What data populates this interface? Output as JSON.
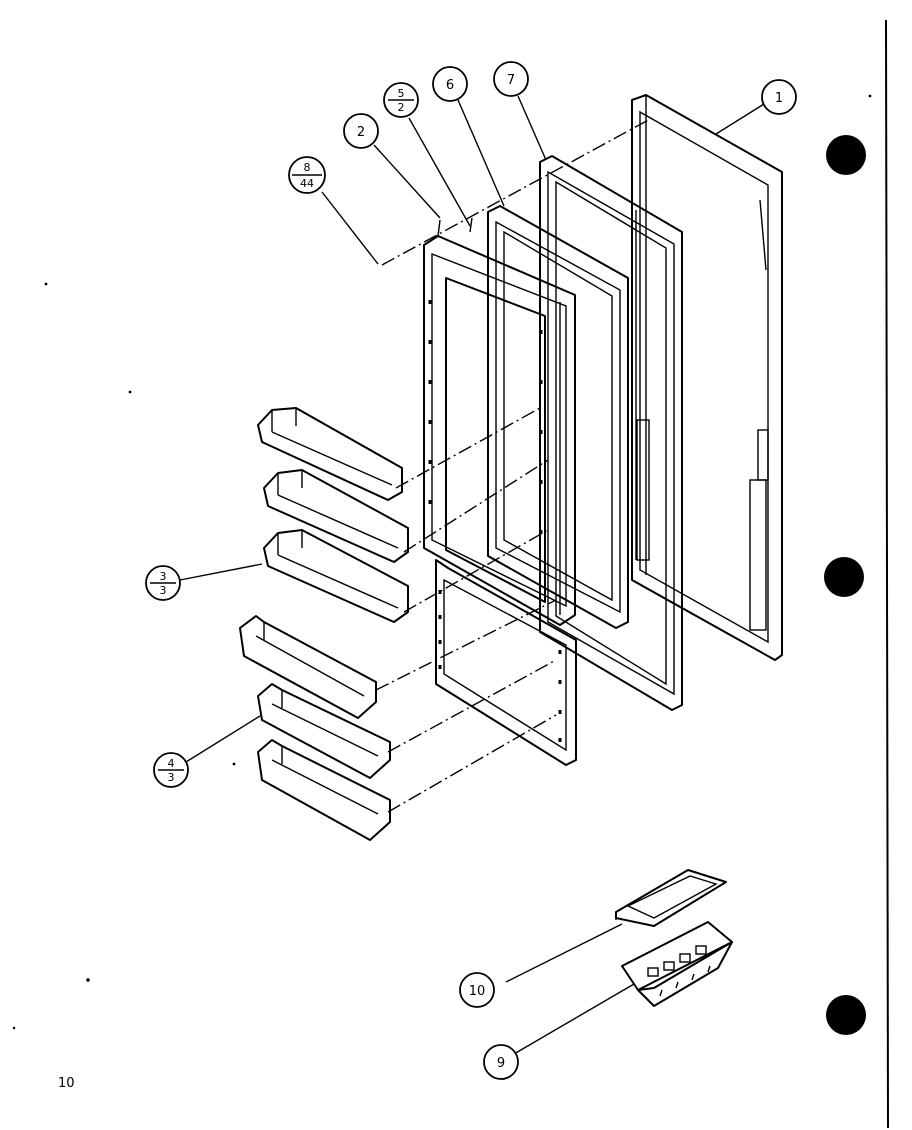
{
  "diagram": {
    "callouts": {
      "c1": "1",
      "c2": "2",
      "c5_top": "5",
      "c5_bottom": "2",
      "c6": "6",
      "c7": "7",
      "c8_top": "8",
      "c8_bottom": "44",
      "c3_top": "3",
      "c3_bottom": "3",
      "c4_top": "4",
      "c4_bottom": "3",
      "c9": "9",
      "c10": "10"
    },
    "page_number": "10"
  }
}
